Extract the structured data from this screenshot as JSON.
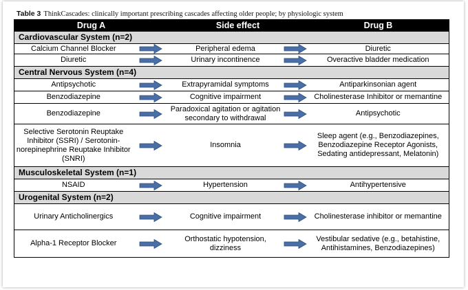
{
  "caption": {
    "label": "Table 3",
    "text": "ThinkCascades: clinically important prescribing cascades affecting older people; by physiologic system"
  },
  "columns": [
    "Drug A",
    "Side effect",
    "Drug B"
  ],
  "sections": [
    {
      "title": "Cardiovascular System (n=2)",
      "rows": [
        {
          "a": "Calcium Channel Blocker",
          "s": "Peripheral edema",
          "b": "Diuretic"
        },
        {
          "a": "Diuretic",
          "s": "Urinary incontinence",
          "b": "Overactive bladder medication"
        }
      ]
    },
    {
      "title": "Central Nervous System (n=4)",
      "rows": [
        {
          "a": "Antipsychotic",
          "s": "Extrapyramidal symptoms",
          "b": "Antiparkinsonian agent"
        },
        {
          "a": "Benzodiazepine",
          "s": "Cognitive impairment",
          "b": "Cholinesterase Inhibitor or memantine"
        },
        {
          "a": "Benzodiazepine",
          "s": "Paradoxical agitation or agitation secondary to withdrawal",
          "b": "Antipsychotic"
        },
        {
          "a": "Selective Serotonin Reuptake Inhibitor (SSRI) / Serotonin-norepinephrine Reuptake Inhibitor (SNRI)",
          "s": "Insomnia",
          "b": "Sleep agent (e.g., Benzodiazepines, Benzodiazepine Receptor Agonists, Sedating antidepressant, Melatonin)"
        }
      ]
    },
    {
      "title": "Musculoskeletal System (n=1)",
      "rows": [
        {
          "a": "NSAID",
          "s": "Hypertension",
          "b": "Antihypertensive"
        }
      ]
    },
    {
      "title": "Urogenital System (n=2)",
      "rows": [
        {
          "a": "Urinary Anticholinergics",
          "s": "Cognitive impairment",
          "b": "Cholinesterase inhibitor or memantine"
        },
        {
          "a": "Alpha-1 Receptor Blocker",
          "s": "Orthostatic hypotension, dizziness",
          "b": "Vestibular sedative (e.g., betahistine, Antihistamines, Benzodiazepines)"
        }
      ]
    }
  ],
  "colors": {
    "arrow_fill": "#4a6fa5",
    "arrow_stroke": "#2f4f7f",
    "header_bg": "#000000",
    "section_bg": "#d9d9d9"
  },
  "icons": {
    "row_arrow": "right-arrow-icon"
  }
}
